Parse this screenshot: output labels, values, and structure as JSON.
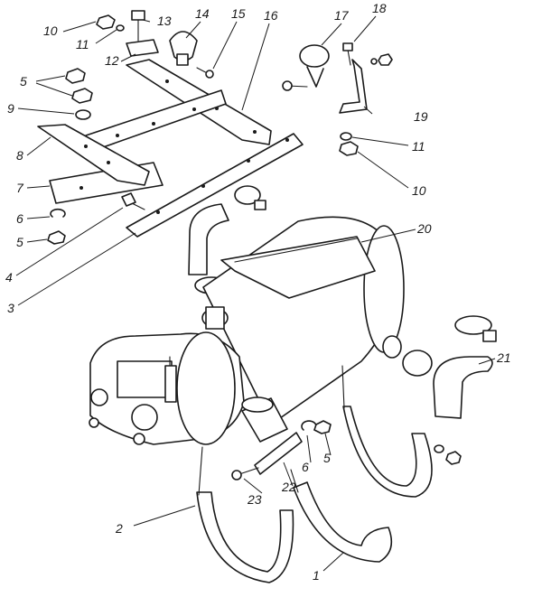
{
  "callouts": {
    "c1": "1",
    "c2": "2",
    "c3": "3",
    "c4": "4",
    "c5a": "5",
    "c5b": "5",
    "c5c": "5",
    "c6a": "6",
    "c6b": "6",
    "c7": "7",
    "c8": "8",
    "c9": "9",
    "c10a": "10",
    "c10b": "10",
    "c11a": "11",
    "c11b": "11",
    "c12": "12",
    "c13": "13",
    "c14": "14",
    "c15": "15",
    "c16": "16",
    "c17": "17",
    "c18": "18",
    "c19": "19",
    "c20": "20",
    "c21": "21",
    "c22": "22",
    "c23": "23"
  },
  "colors": {
    "ink": "#1a1a1a",
    "paper": "#ffffff"
  }
}
